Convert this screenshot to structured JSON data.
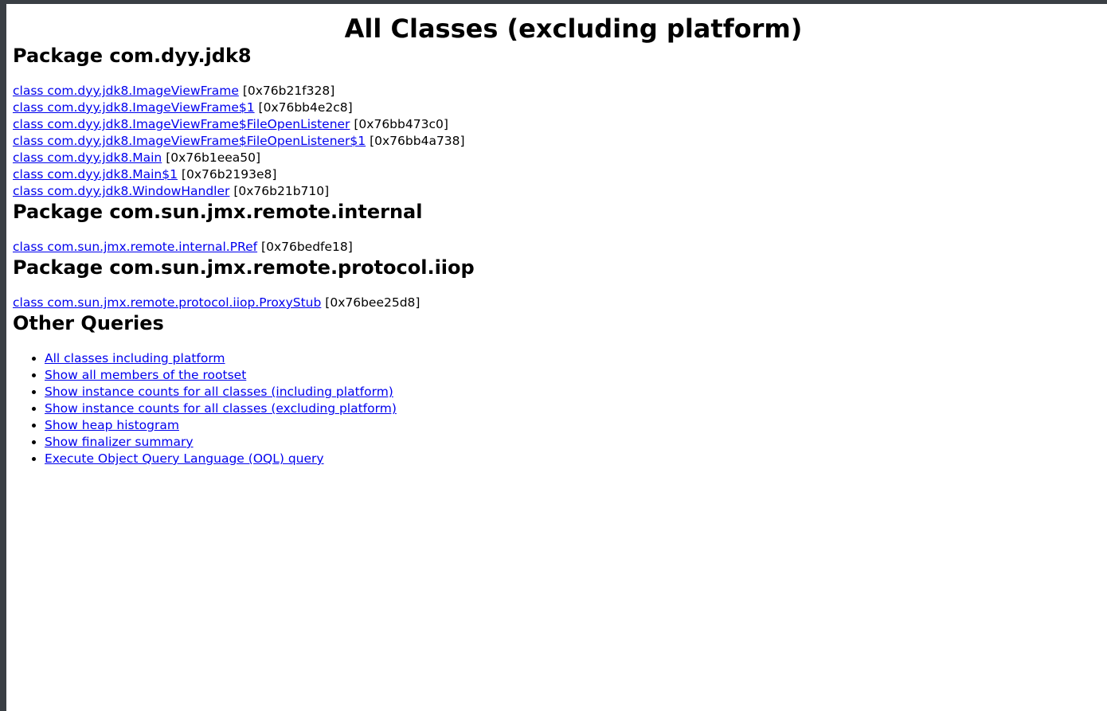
{
  "title": "All Classes (excluding platform)",
  "packages": [
    {
      "heading": "Package com.dyy.jdk8",
      "classes": [
        {
          "link": "class com.dyy.jdk8.ImageViewFrame",
          "addr": "[0x76b21f328]"
        },
        {
          "link": "class com.dyy.jdk8.ImageViewFrame$1",
          "addr": "[0x76bb4e2c8]"
        },
        {
          "link": "class com.dyy.jdk8.ImageViewFrame$FileOpenListener",
          "addr": "[0x76bb473c0]"
        },
        {
          "link": "class com.dyy.jdk8.ImageViewFrame$FileOpenListener$1",
          "addr": "[0x76bb4a738]"
        },
        {
          "link": "class com.dyy.jdk8.Main",
          "addr": "[0x76b1eea50]"
        },
        {
          "link": "class com.dyy.jdk8.Main$1",
          "addr": "[0x76b2193e8]"
        },
        {
          "link": "class com.dyy.jdk8.WindowHandler",
          "addr": "[0x76b21b710]"
        }
      ]
    },
    {
      "heading": "Package com.sun.jmx.remote.internal",
      "classes": [
        {
          "link": "class com.sun.jmx.remote.internal.PRef",
          "addr": "[0x76bedfe18]"
        }
      ]
    },
    {
      "heading": "Package com.sun.jmx.remote.protocol.iiop",
      "classes": [
        {
          "link": "class com.sun.jmx.remote.protocol.iiop.ProxyStub",
          "addr": "[0x76bee25d8]"
        }
      ]
    }
  ],
  "other_queries": {
    "heading": "Other Queries",
    "items": [
      "All classes including platform",
      "Show all members of the rootset",
      "Show instance counts for all classes (including platform)",
      "Show instance counts for all classes (excluding platform)",
      "Show heap histogram",
      "Show finalizer summary",
      "Execute Object Query Language (OQL) query"
    ]
  }
}
